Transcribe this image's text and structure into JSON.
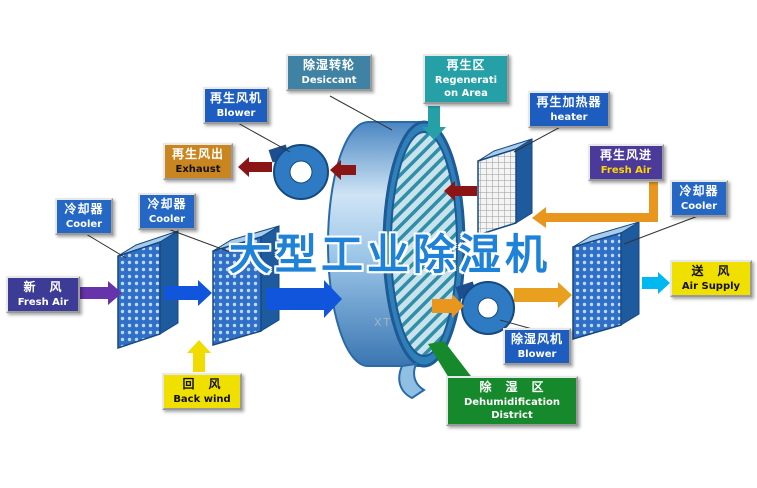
{
  "title": "大型工业除湿机",
  "watermark": "XT",
  "labels": {
    "desiccant": {
      "zh": "除湿转轮",
      "en": "Desiccant"
    },
    "regen_area": {
      "zh": "再生区",
      "en1": "Regenerati",
      "en2": "on Area"
    },
    "regen_blower": {
      "zh": "再生风机",
      "en": "Blower"
    },
    "regen_heater": {
      "zh": "再生加热器",
      "en": "heater"
    },
    "exhaust": {
      "zh": "再生风出",
      "en": "Exhaust"
    },
    "regen_fresh_air": {
      "zh": "再生风进",
      "en": "Fresh Air"
    },
    "cooler_left_outer": {
      "zh": "冷却器",
      "en": "Cooler"
    },
    "cooler_left_inner": {
      "zh": "冷却器",
      "en": "Cooler"
    },
    "cooler_right": {
      "zh": "冷却器",
      "en": "Cooler"
    },
    "fresh_air": {
      "zh": "新　风",
      "en": "Fresh Air"
    },
    "air_supply": {
      "zh": "送　风",
      "en": "Air Supply"
    },
    "back_wind": {
      "zh": "回　风",
      "en": "Back wind"
    },
    "dehumid_blower": {
      "zh": "除湿风机",
      "en": "Blower"
    },
    "dehumid_district": {
      "zh": "除　湿　区",
      "en1": "Dehumidification",
      "en2": "District"
    }
  },
  "colors": {
    "title_blue": "#1e82d8",
    "teal_label": "#24a0a6",
    "steel_label": "#3f82a3",
    "blue_label": "#1d5dbf",
    "cooler_label": "#2567c4",
    "orange_label": "#c9851f",
    "purple_label": "#4b3a99",
    "navy_label": "#3c3c96",
    "yellow_label": "#f0e000",
    "green_label": "#15892b",
    "arrow_blue": "#1155dd",
    "arrow_purple": "#6633aa",
    "arrow_orange": "#e8961e",
    "arrow_dark_red": "#8b1515",
    "arrow_cyan": "#00b8f0",
    "arrow_yellow": "#f0dc00"
  }
}
